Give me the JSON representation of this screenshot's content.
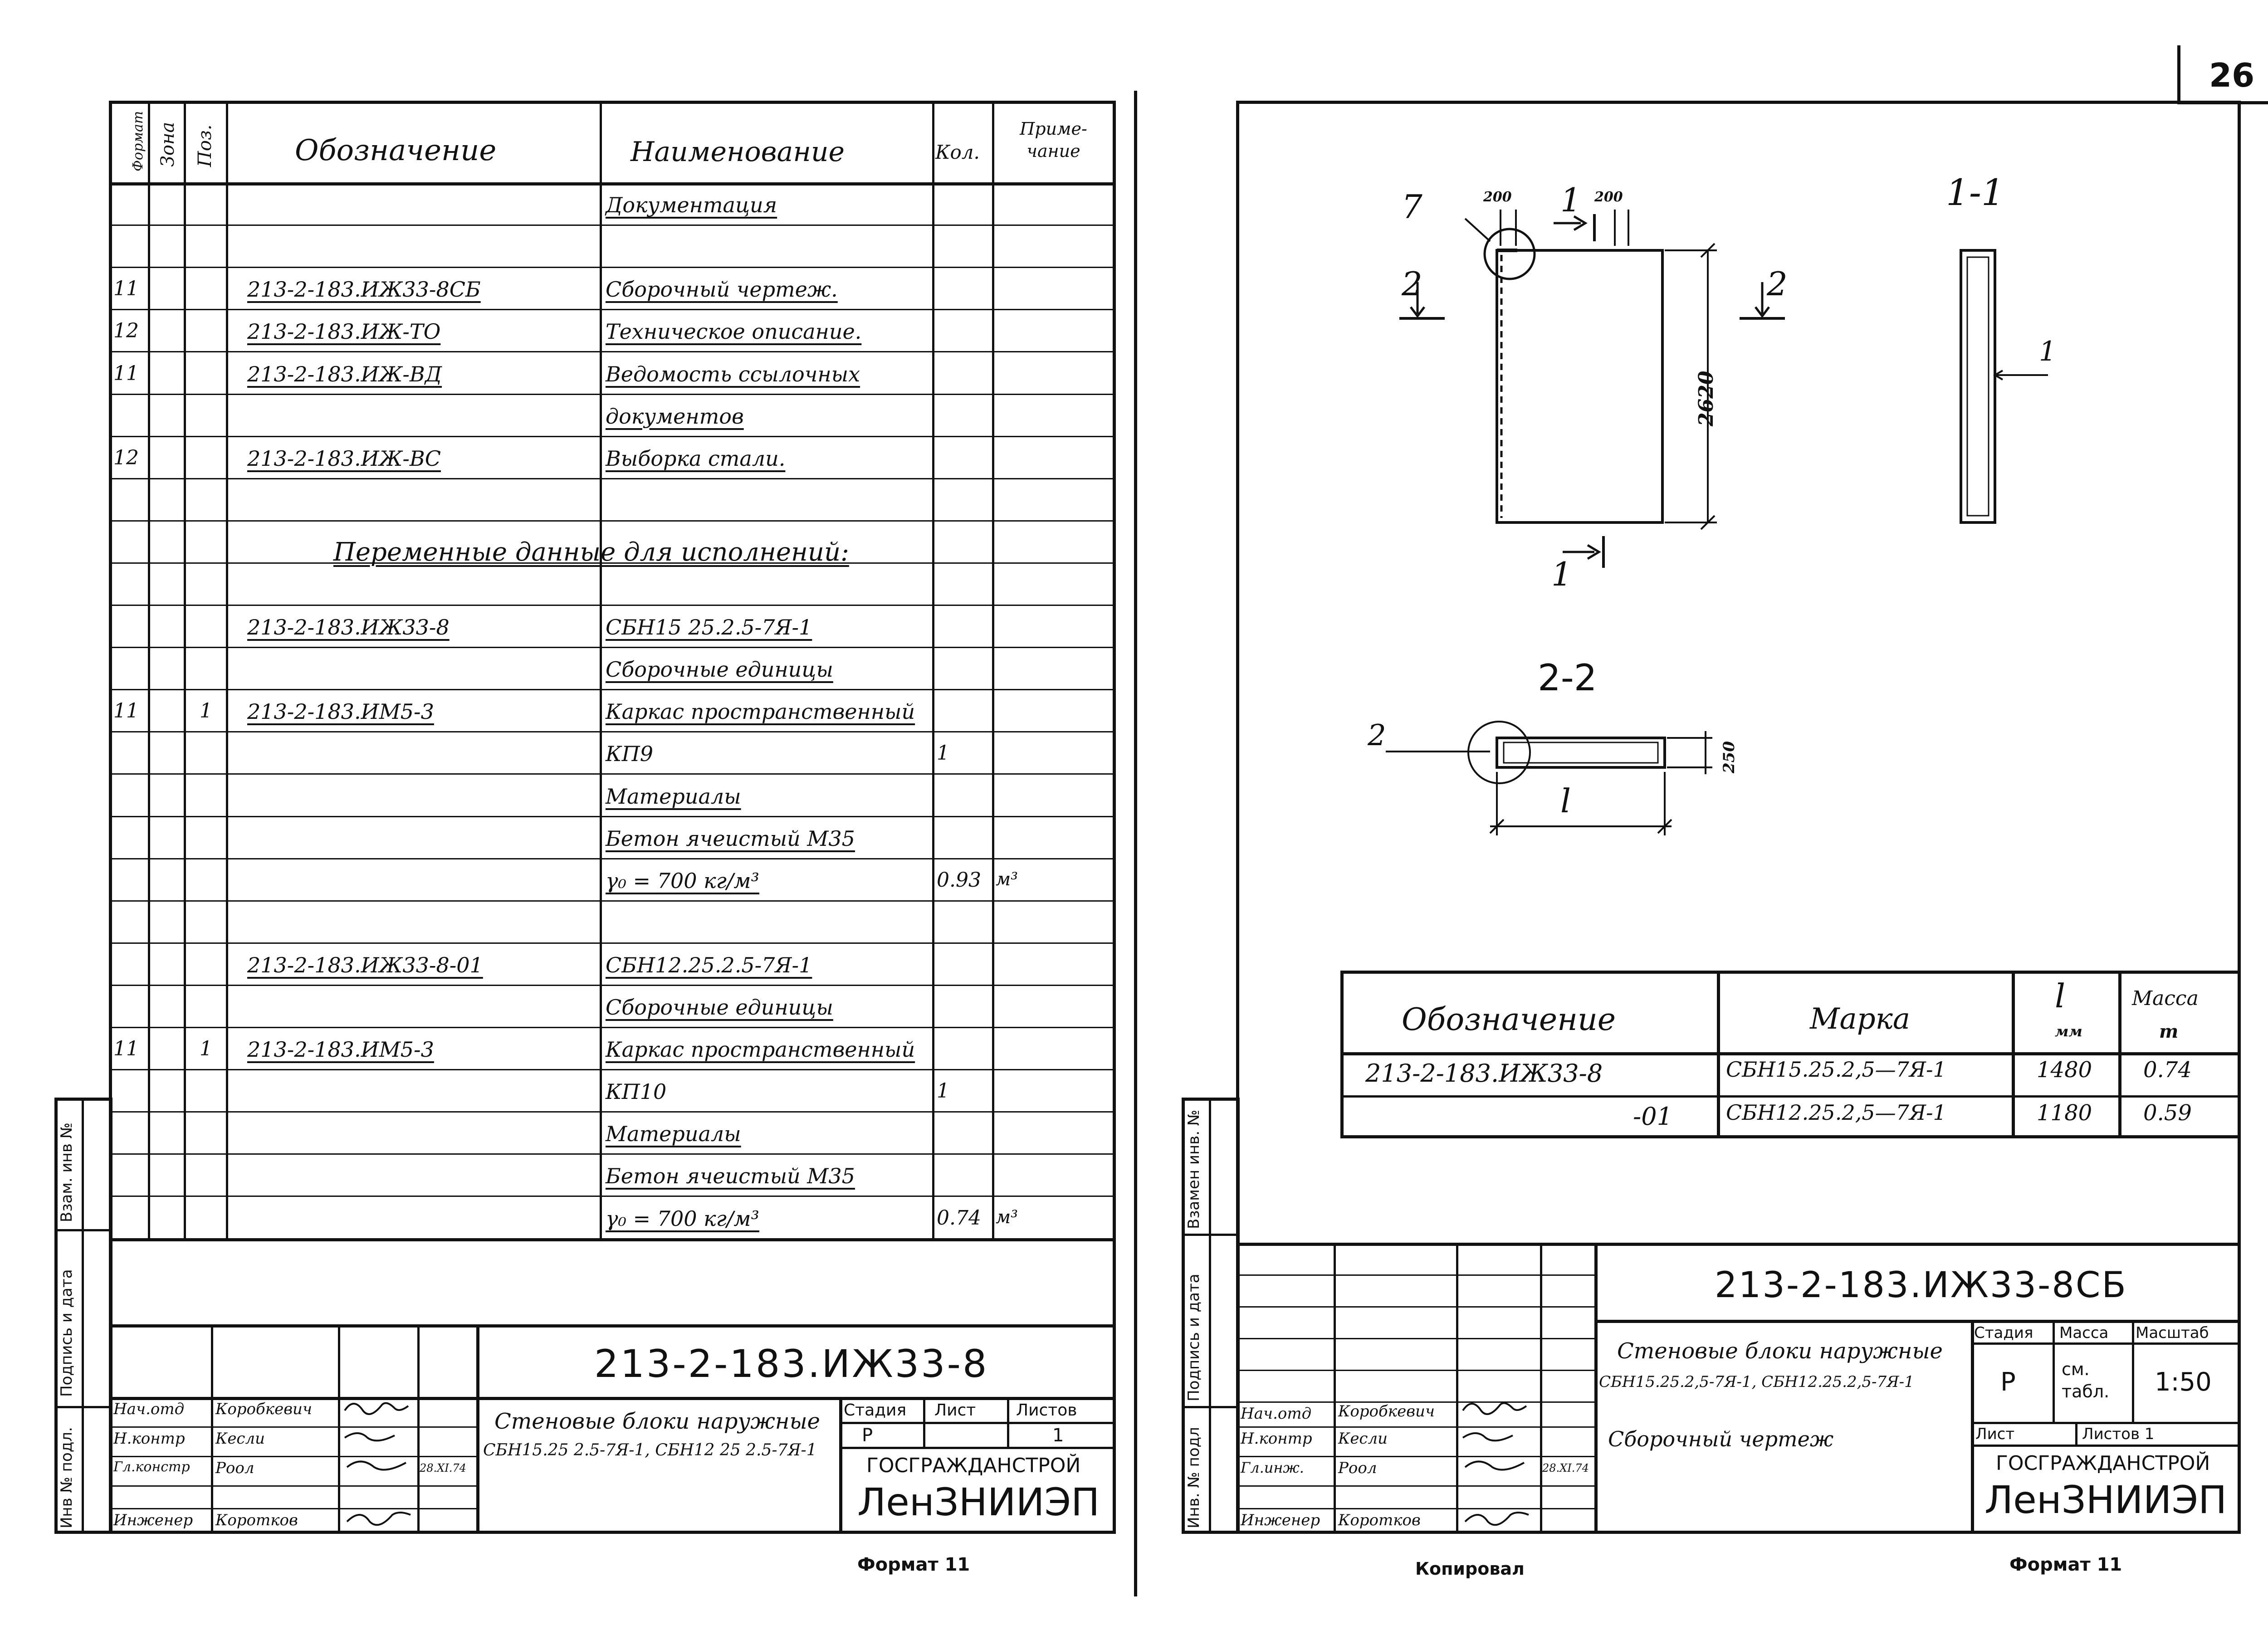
{
  "page_number": "26",
  "left_sheet": {
    "header": {
      "format": "Формат",
      "zone": "Зона",
      "pos": "Поз.",
      "designation": "Обозначение",
      "name": "Наименование",
      "qty": "Кол.",
      "note": "Приме-чание"
    },
    "rows": [
      {
        "fmt": "",
        "zone": "",
        "pos": "",
        "designation": "",
        "name": "Документация",
        "qty": "",
        "note": ""
      },
      {
        "fmt": "",
        "zone": "",
        "pos": "",
        "designation": "",
        "name": "",
        "qty": "",
        "note": ""
      },
      {
        "fmt": "11",
        "zone": "",
        "pos": "",
        "designation": "213-2-183.ИЖ33-8СБ",
        "name": "Сборочный чертеж.",
        "qty": "",
        "note": ""
      },
      {
        "fmt": "12",
        "zone": "",
        "pos": "",
        "designation": "213-2-183.ИЖ-ТО",
        "name": "Техническое описание.",
        "qty": "",
        "note": ""
      },
      {
        "fmt": "11",
        "zone": "",
        "pos": "",
        "designation": "213-2-183.ИЖ-ВД",
        "name": "Ведомость ссылочных",
        "qty": "",
        "note": ""
      },
      {
        "fmt": "",
        "zone": "",
        "pos": "",
        "designation": "",
        "name": "документов",
        "qty": "",
        "note": ""
      },
      {
        "fmt": "12",
        "zone": "",
        "pos": "",
        "designation": "213-2-183.ИЖ-ВС",
        "name": "Выборка стали.",
        "qty": "",
        "note": ""
      },
      {
        "fmt": "",
        "zone": "",
        "pos": "",
        "designation": "",
        "name": "",
        "qty": "",
        "note": ""
      },
      {
        "fmt": "",
        "zone": "",
        "pos": "",
        "designation": "",
        "name": "",
        "qty": "",
        "note": ""
      },
      {
        "fmt": "",
        "zone": "",
        "pos": "",
        "designation": "",
        "name": "",
        "qty": "",
        "note": ""
      },
      {
        "fmt": "",
        "zone": "",
        "pos": "",
        "designation": "213-2-183.ИЖ33-8",
        "name": "СБН15 25.2.5-7Я-1",
        "qty": "",
        "note": ""
      },
      {
        "fmt": "",
        "zone": "",
        "pos": "",
        "designation": "",
        "name": "Сборочные единицы",
        "qty": "",
        "note": ""
      },
      {
        "fmt": "11",
        "zone": "",
        "pos": "1",
        "designation": "213-2-183.ИМ5-3",
        "name": "Каркас пространственный",
        "qty": "",
        "note": ""
      },
      {
        "fmt": "",
        "zone": "",
        "pos": "",
        "designation": "",
        "name": "КП9",
        "qty": "1",
        "note": ""
      },
      {
        "fmt": "",
        "zone": "",
        "pos": "",
        "designation": "",
        "name": "Материалы",
        "qty": "",
        "note": ""
      },
      {
        "fmt": "",
        "zone": "",
        "pos": "",
        "designation": "",
        "name": "Бетон ячеистый М35",
        "qty": "",
        "note": ""
      },
      {
        "fmt": "",
        "zone": "",
        "pos": "",
        "designation": "",
        "name": "γ₀ = 700 кг/м³",
        "qty": "0.93",
        "note": "м³"
      },
      {
        "fmt": "",
        "zone": "",
        "pos": "",
        "designation": "",
        "name": "",
        "qty": "",
        "note": ""
      },
      {
        "fmt": "",
        "zone": "",
        "pos": "",
        "designation": "213-2-183.ИЖ33-8-01",
        "name": "СБН12.25.2.5-7Я-1",
        "qty": "",
        "note": ""
      },
      {
        "fmt": "",
        "zone": "",
        "pos": "",
        "designation": "",
        "name": "Сборочные единицы",
        "qty": "",
        "note": ""
      },
      {
        "fmt": "11",
        "zone": "",
        "pos": "1",
        "designation": "213-2-183.ИМ5-3",
        "name": "Каркас пространственный",
        "qty": "",
        "note": ""
      },
      {
        "fmt": "",
        "zone": "",
        "pos": "",
        "designation": "",
        "name": "КП10",
        "qty": "1",
        "note": ""
      },
      {
        "fmt": "",
        "zone": "",
        "pos": "",
        "designation": "",
        "name": "Материалы",
        "qty": "",
        "note": ""
      },
      {
        "fmt": "",
        "zone": "",
        "pos": "",
        "designation": "",
        "name": "Бетон ячеистый М35",
        "qty": "",
        "note": ""
      },
      {
        "fmt": "",
        "zone": "",
        "pos": "",
        "designation": "",
        "name": "γ₀ = 700 кг/м³",
        "qty": "0.74",
        "note": "м³"
      }
    ],
    "section_title": "Переменные данные для исполнений:",
    "side_stamp": [
      "Инв № подл.",
      "Подпись и дата",
      "Взам. инв №"
    ],
    "title_block": {
      "doc_code": "213-2-183.ИЖ33-8",
      "roles": [
        "Нач.отд",
        "Н.контр",
        "Гл.констр",
        "",
        "Инженер"
      ],
      "people": [
        "Коробкевич",
        "Кесли",
        "Роол",
        "",
        "Коротков"
      ],
      "sign_date": "28.XI.74",
      "title_line1": "Стеновые блоки наружные",
      "title_line2": "СБН15.25 2.5-7Я-1, СБН12 25 2.5-7Я-1",
      "stage_label": "Стадия",
      "sheet_label": "Лист",
      "sheets_label": "Листов",
      "stage": "Р",
      "sheet": "",
      "sheets": "1",
      "org_line1": "ГОСГРАЖДАНСТРОЙ",
      "org_line2": "ЛенЗНИИЭП"
    },
    "format_label": "Формат 11"
  },
  "right_sheet": {
    "drawing": {
      "callout_7": "7",
      "dim_200_left": "200",
      "dim_200_right": "200",
      "dim_2620": "2620",
      "dim_250": "250",
      "dim_l": "l",
      "section_1_label": "1-1",
      "section_2_label": "2-2",
      "cut_1": "1",
      "cut_2": "2",
      "leader_1": "1",
      "leader_2": "2"
    },
    "variants_table": {
      "headers": {
        "designation": "Обозначение",
        "mark": "Марка",
        "l": "l",
        "l_unit": "мм",
        "mass": "Масса",
        "mass_unit": "т"
      },
      "rows": [
        {
          "designation": "213-2-183.ИЖ33-8",
          "mark": "СБН15.25.2,5—7Я-1",
          "l": "1480",
          "mass": "0.74"
        },
        {
          "designation": "-01",
          "mark": "СБН12.25.2,5—7Я-1",
          "l": "1180",
          "mass": "0.59"
        }
      ]
    },
    "side_stamp": [
      "Инв. № подл",
      "Подпись и дата",
      "Взамен инв. №"
    ],
    "title_block": {
      "doc_code": "213-2-183.ИЖ33-8СБ",
      "roles": [
        "Нач.отд",
        "Н.контр",
        "Гл.инж.",
        "",
        "Инженер"
      ],
      "people": [
        "Коробкевич",
        "Кесли",
        "Роол",
        "",
        "Коротков"
      ],
      "sign_date": "28.XI.74",
      "title_line1": "Стеновые блоки наружные",
      "title_line2": "СБН15.25.2,5-7Я-1, СБН12.25.2,5-7Я-1",
      "title_line3": "Сборочный чертеж",
      "stage_label": "Стадия",
      "mass_label": "Масса",
      "scale_label": "Масштаб",
      "stage": "Р",
      "mass": "см. табл.",
      "scale": "1:50",
      "sheet_label": "Лист",
      "sheets_label": "Листов 1",
      "org_line1": "ГОСГРАЖДАНСТРОЙ",
      "org_line2": "ЛенЗНИИЭП"
    },
    "copied_label": "Копировал",
    "format_label": "Формат 11"
  }
}
